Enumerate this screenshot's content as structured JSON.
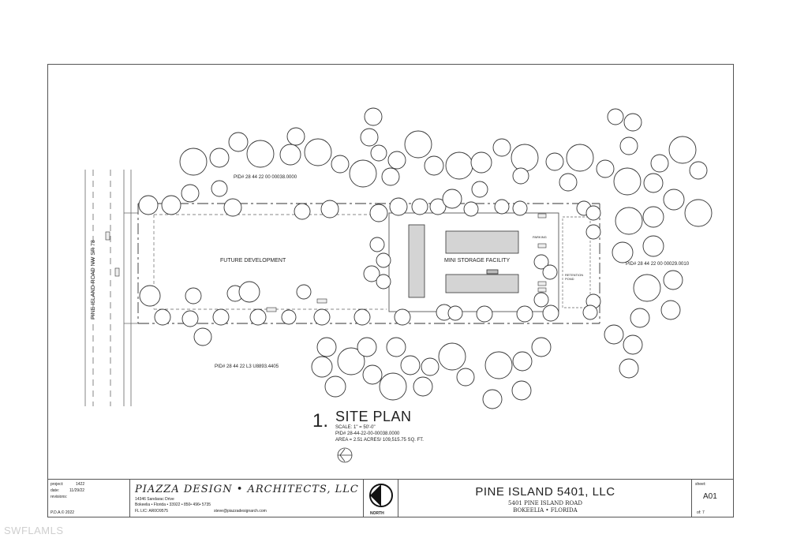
{
  "plan": {
    "road_label": "PINE ISLAND ROAD NW SR 78",
    "pid_north": "PID# 28 44 22 00 00038.0000",
    "pid_south": "PID# 28 44 22 L3 U8893.4405",
    "pid_east": "PID# 28 44 22 00 00029.0010",
    "future_development": "FUTURE DEVELOPMENT",
    "mini_storage": "MINI STORAGE FACILITY",
    "parking": "PARKING",
    "retention_pond": "RETENTION POND"
  },
  "title_block_top": {
    "number": "1.",
    "title": "SITE PLAN",
    "scale": "SCALE: 1\" = 50'-0\"",
    "pid": "PID# 28-44-22-00-00038.0000",
    "area": "AREA = 2.51 ACRES/ 109,515.75 SQ. FT."
  },
  "titleblock": {
    "project_label": "project:",
    "project_value": "1422",
    "date_label": "date:",
    "date_value": "11/29/22",
    "revisions_label": "revisions:",
    "copyright": "P.D.A.© 2022",
    "firm_name": "PIAZZA DESIGN • ARCHITECTS, LLC",
    "firm_address1": "14346 Sandarac Drive",
    "firm_address2": "Bokeelia  •  Florida  •  33922 • 850• 496• 5735",
    "firm_license": "FL LIC: AR0O9575",
    "firm_email": "steve@piazzadesignarch.com",
    "north_label": "NORTH",
    "project_name": "PINE ISLAND 5401, LLC",
    "project_address": "5401 PINE ISLAND ROAD",
    "project_city": "BOKEELIA  •  FLORIDA",
    "sheet_label": "sheet:",
    "sheet_value": "A01",
    "sheet_of": "of: 7"
  },
  "watermark": "SWFLAMLS"
}
